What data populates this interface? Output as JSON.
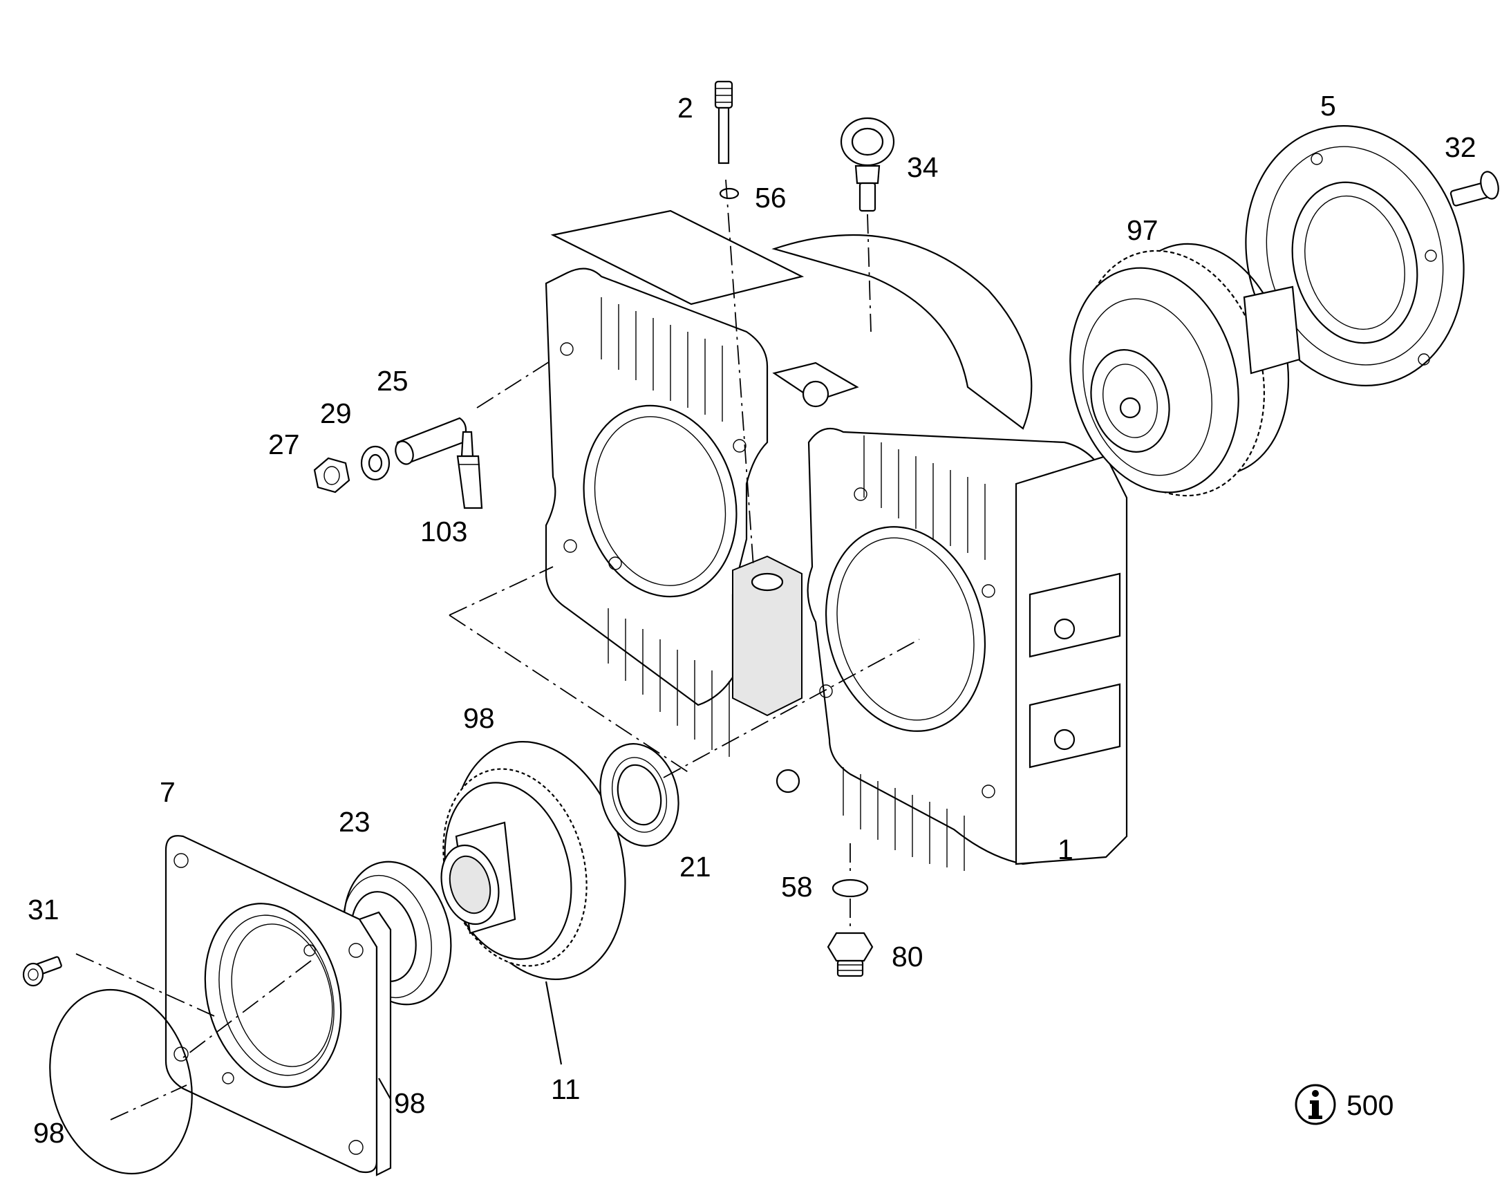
{
  "diagram": {
    "labels": [
      {
        "id": "p2",
        "text": "2"
      },
      {
        "id": "p56",
        "text": "56"
      },
      {
        "id": "p34",
        "text": "34"
      },
      {
        "id": "p5",
        "text": "5"
      },
      {
        "id": "p32",
        "text": "32"
      },
      {
        "id": "p97",
        "text": "97"
      },
      {
        "id": "p25",
        "text": "25"
      },
      {
        "id": "p29",
        "text": "29"
      },
      {
        "id": "p27",
        "text": "27"
      },
      {
        "id": "p103",
        "text": "103"
      },
      {
        "id": "p98a",
        "text": "98"
      },
      {
        "id": "p7",
        "text": "7"
      },
      {
        "id": "p23",
        "text": "23"
      },
      {
        "id": "p21",
        "text": "21"
      },
      {
        "id": "p1",
        "text": "1"
      },
      {
        "id": "p58",
        "text": "58"
      },
      {
        "id": "p80",
        "text": "80"
      },
      {
        "id": "p31",
        "text": "31"
      },
      {
        "id": "p11",
        "text": "11"
      },
      {
        "id": "p98b",
        "text": "98"
      },
      {
        "id": "p98c",
        "text": "98"
      }
    ],
    "info_badge": {
      "icon": "info-icon",
      "text": "500"
    }
  }
}
